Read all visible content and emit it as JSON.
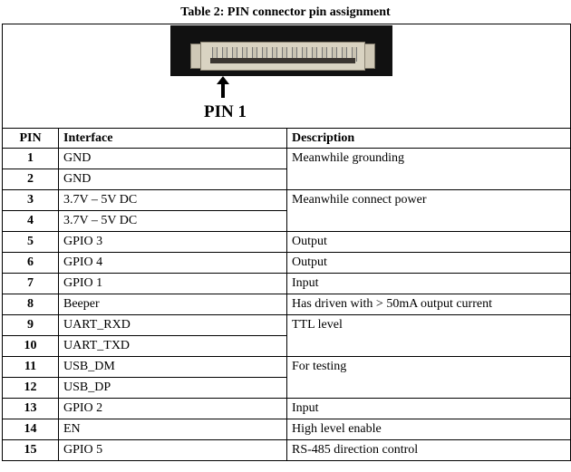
{
  "caption": "Table 2: PIN connector pin assignment",
  "figure": {
    "pin_label": "PIN 1"
  },
  "headers": {
    "pin": "PIN",
    "interface": "Interface",
    "description": "Description"
  },
  "rows": [
    {
      "pin": "1",
      "interface": "GND"
    },
    {
      "pin": "2",
      "interface": "GND"
    },
    {
      "pin": "3",
      "interface": "3.7V – 5V DC"
    },
    {
      "pin": "4",
      "interface": "3.7V – 5V DC"
    },
    {
      "pin": "5",
      "interface": "GPIO 3"
    },
    {
      "pin": "6",
      "interface": "GPIO 4"
    },
    {
      "pin": "7",
      "interface": "GPIO 1"
    },
    {
      "pin": "8",
      "interface": "Beeper"
    },
    {
      "pin": "9",
      "interface": "UART_RXD"
    },
    {
      "pin": "10",
      "interface": "UART_TXD"
    },
    {
      "pin": "11",
      "interface": "USB_DM"
    },
    {
      "pin": "12",
      "interface": "USB_DP"
    },
    {
      "pin": "13",
      "interface": "GPIO 2"
    },
    {
      "pin": "14",
      "interface": "EN"
    },
    {
      "pin": "15",
      "interface": "GPIO 5"
    }
  ],
  "descriptions": {
    "grounding": "Meanwhile grounding",
    "power": "Meanwhile connect power",
    "out5": "Output",
    "out6": "Output",
    "in7": "Input",
    "beeper": "Has driven with > 50mA output current",
    "ttl": "TTL level",
    "testing": "For testing",
    "in13": "Input",
    "en": "High level enable",
    "rs485": "RS-485 direction control"
  }
}
